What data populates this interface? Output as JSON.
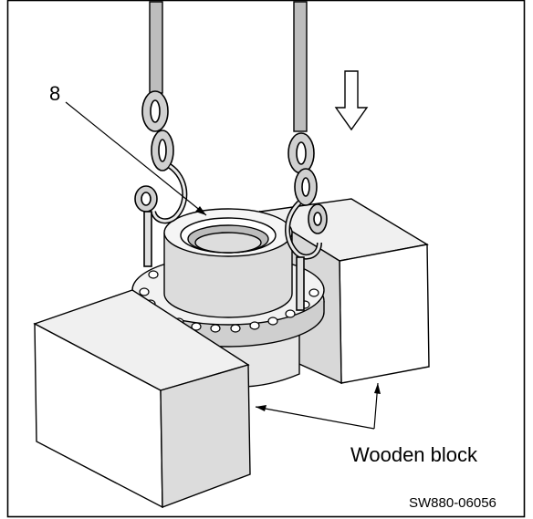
{
  "figure": {
    "part_number": "8",
    "block_label": "Wooden block",
    "figure_code": "SW880-06056"
  },
  "icons": {
    "direction": "down-arrow-icon"
  }
}
